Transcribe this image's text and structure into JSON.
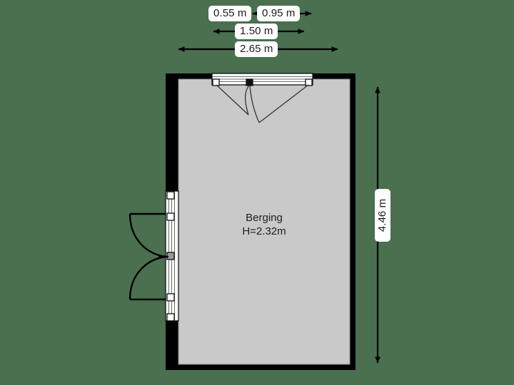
{
  "plan": {
    "background_color": "#4a7050",
    "wall_color": "#000000",
    "room_fill_color": "#c9c9c9",
    "label_background": "#ffffff",
    "label_text_color": "#1a1a1a"
  },
  "room": {
    "name": "Berging",
    "height_label": "H=2.32m"
  },
  "dimensions": {
    "top_row_1": [
      {
        "label": "0.55 m",
        "name": "dimension-0-55"
      },
      {
        "label": "0.95 m",
        "name": "dimension-0-95"
      }
    ],
    "top_row_2": {
      "label": "1.50 m",
      "name": "dimension-1-50"
    },
    "top_row_3": {
      "label": "2.65 m",
      "name": "dimension-2-65"
    },
    "right_column": {
      "label": "4.46 m",
      "name": "dimension-4-46"
    }
  },
  "openings": {
    "top_double_door": "double-door-top",
    "left_double_door": "double-door-left"
  }
}
